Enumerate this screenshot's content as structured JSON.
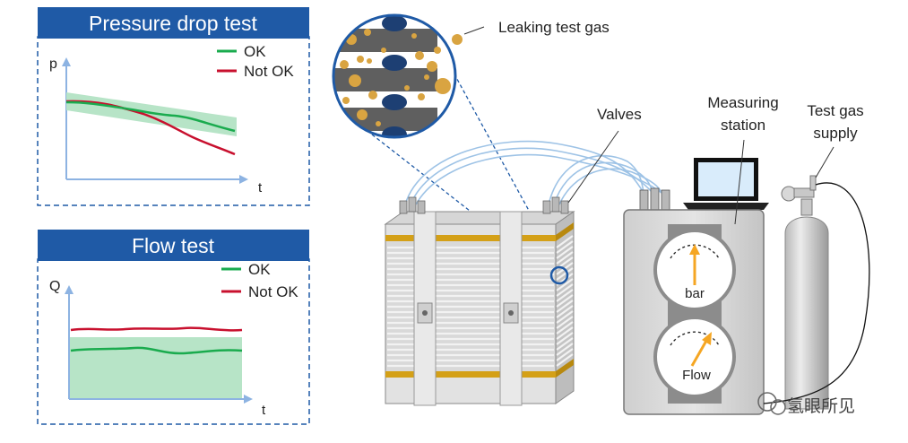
{
  "panels": {
    "pressure": {
      "title": "Pressure drop test",
      "y_axis_label": "p",
      "x_axis_label": "t",
      "legend": [
        {
          "label": "OK",
          "color": "#1aab4e"
        },
        {
          "label": "Not OK",
          "color": "#c8102e"
        }
      ]
    },
    "flow": {
      "title": "Flow test",
      "y_axis_label": "Q",
      "x_axis_label": "t",
      "legend": [
        {
          "label": "OK",
          "color": "#1aab4e"
        },
        {
          "label": "Not OK",
          "color": "#c8102e"
        }
      ]
    }
  },
  "labels": {
    "leaking_gas": "Leaking test gas",
    "valves": "Valves",
    "measuring_station": [
      "Measuring",
      "station"
    ],
    "test_gas_supply": [
      "Test gas",
      "supply"
    ]
  },
  "gauges": {
    "top": "bar",
    "bottom": "Flow"
  },
  "watermark": "氢眼所见",
  "colors": {
    "panel_header": "#1f5aa6",
    "dashed_border": "#1f5aa6",
    "ok_band": "#b7e4c7",
    "gauge_needle": "#f5a623",
    "stack_gold": "#d4a017",
    "gas_tubes": "#9ec3e6"
  }
}
